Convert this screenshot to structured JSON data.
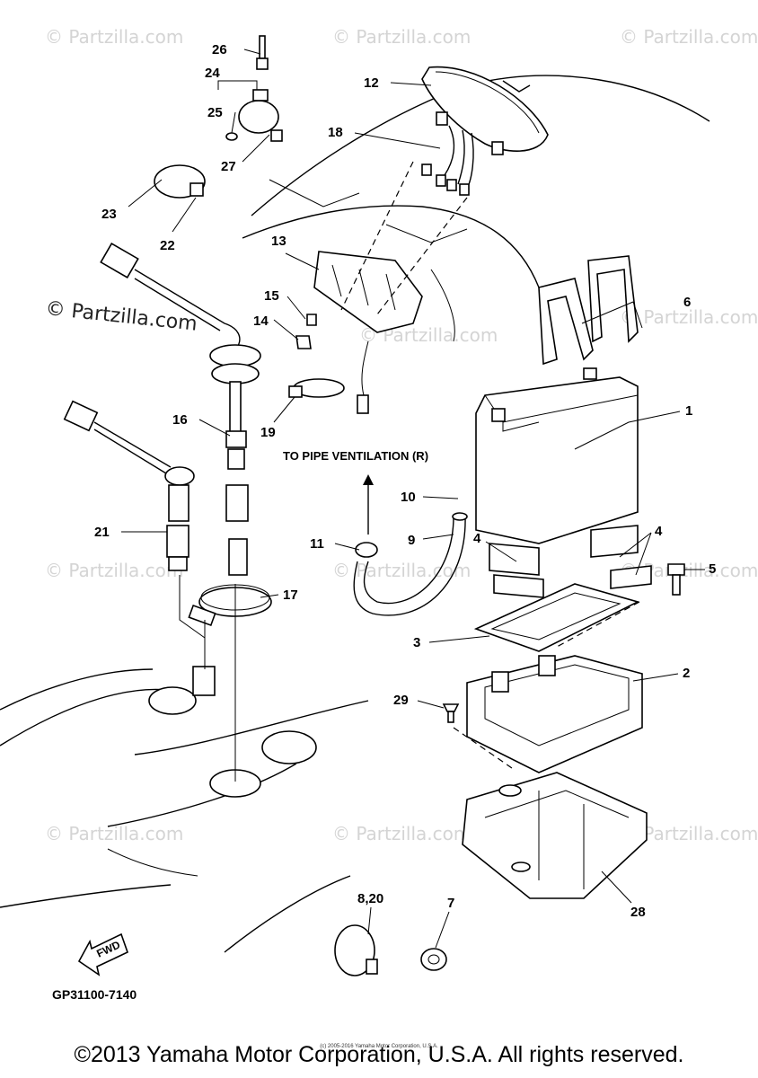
{
  "diagram": {
    "code": "GP31100-7140",
    "note": "TO PIPE VENTILATION (R)",
    "fwd_label": "FWD",
    "watermark": "© Partzilla.com",
    "callouts": {
      "c1": "1",
      "c2": "2",
      "c3": "3",
      "c4a": "4",
      "c4b": "4",
      "c5": "5",
      "c6": "6",
      "c7": "7",
      "c8_20": "8,20",
      "c9": "9",
      "c10": "10",
      "c11": "11",
      "c12": "12",
      "c13": "13",
      "c14": "14",
      "c15": "15",
      "c16": "16",
      "c17": "17",
      "c18": "18",
      "c19": "19",
      "c21": "21",
      "c22": "22",
      "c23": "23",
      "c24": "24",
      "c25": "25",
      "c26": "26",
      "c27": "27",
      "c28": "28",
      "c29": "29"
    }
  },
  "footer": {
    "copyright": "©2013 Yamaha Motor Corporation, U.S.A. All rights reserved.",
    "small_print": "(c) 2005-2016 Yamaha Motor Corporation, U.S.A."
  }
}
